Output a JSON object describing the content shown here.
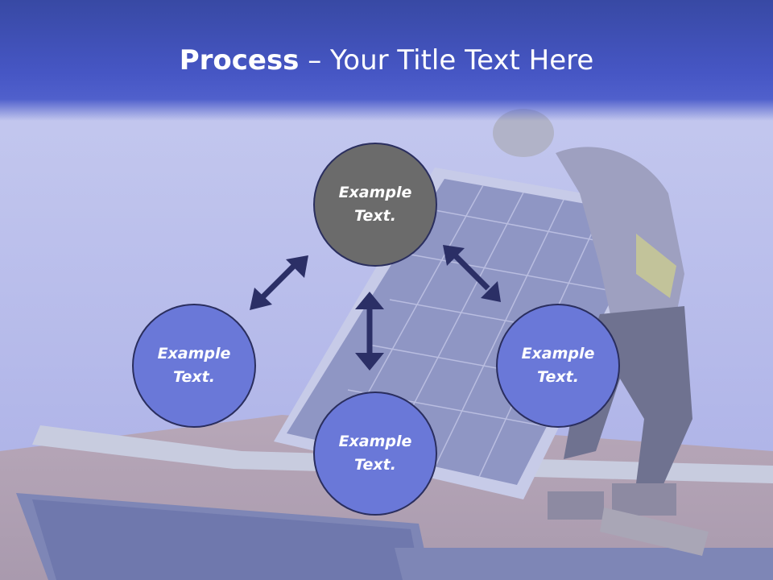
{
  "slide": {
    "title_bold": "Process",
    "title_rest": " – Your Title Text Here"
  },
  "process": {
    "nodes": [
      {
        "line1": "Example",
        "line2": "Text."
      },
      {
        "line1": "Example",
        "line2": "Text."
      },
      {
        "line1": "Example",
        "line2": "Text."
      },
      {
        "line1": "Example",
        "line2": "Text."
      }
    ]
  },
  "colors": {
    "title_bar": "#4656c4",
    "center_circle": "#6b6b6b",
    "outer_circle": "#6a78d8",
    "arrow": "#2b2f66"
  }
}
